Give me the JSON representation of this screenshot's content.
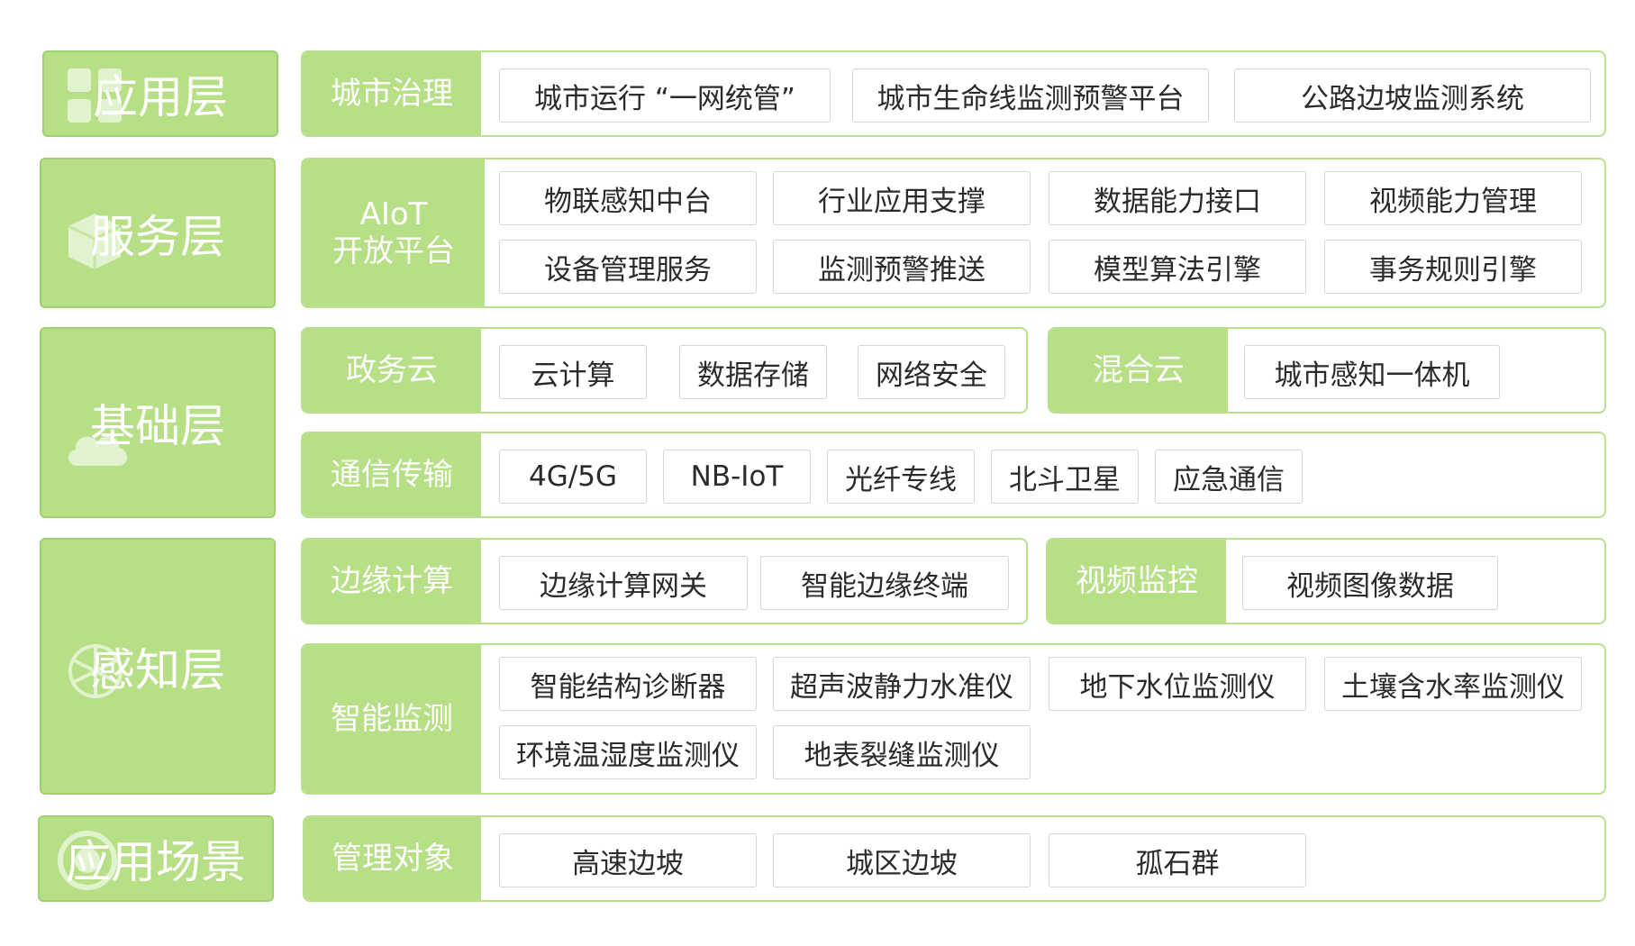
{
  "layers": {
    "application": "应用层",
    "service": "服务层",
    "foundation": "基础层",
    "perception": "感知层",
    "scenario": "应用场景"
  },
  "city_governance": {
    "label": "城市治理",
    "items": [
      "城市运行 “一网统管”",
      "城市生命线监测预警平台",
      "公路边坡监测系统"
    ]
  },
  "aiot": {
    "label_line1": "AIoT",
    "label_line2": "开放平台",
    "items": [
      "物联感知中台",
      "行业应用支撑",
      "数据能力接口",
      "视频能力管理",
      "设备管理服务",
      "监测预警推送",
      "模型算法引擎",
      "事务规则引擎"
    ]
  },
  "gov_cloud": {
    "label": "政务云",
    "items": [
      "云计算",
      "数据存储",
      "网络安全"
    ]
  },
  "hybrid_cloud": {
    "label": "混合云",
    "items": [
      "城市感知一体机"
    ]
  },
  "communication": {
    "label": "通信传输",
    "items": [
      "4G/5G",
      "NB-IoT",
      "光纤专线",
      "北斗卫星",
      "应急通信"
    ]
  },
  "edge_computing": {
    "label": "边缘计算",
    "items": [
      "边缘计算网关",
      "智能边缘终端"
    ]
  },
  "video_monitoring": {
    "label": "视频监控",
    "items": [
      "视频图像数据"
    ]
  },
  "smart_monitoring": {
    "label": "智能监测",
    "items": [
      "智能结构诊断器",
      "超声波静力水准仪",
      "地下水位监测仪",
      "土壤含水率监测仪",
      "环境温湿度监测仪",
      "地表裂缝监测仪"
    ]
  },
  "management_objects": {
    "label": "管理对象",
    "items": [
      "高速边坡",
      "城区边坡",
      "孤石群"
    ]
  }
}
